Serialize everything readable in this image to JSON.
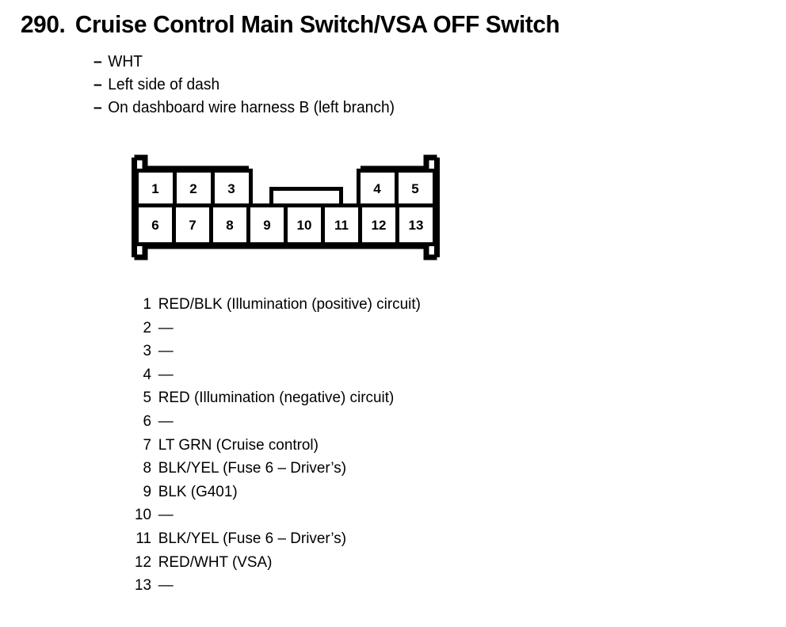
{
  "title": {
    "number": "290.",
    "name": "Cruise Control Main Switch/VSA OFF Switch"
  },
  "descriptors": [
    {
      "dash": "–",
      "text": "WHT"
    },
    {
      "dash": "–",
      "text": "Left side of dash"
    },
    {
      "dash": "–",
      "text": "On dashboard wire harness B (left branch)"
    }
  ],
  "connector": {
    "total_pins": 13,
    "top_row_left": [
      "1",
      "2",
      "3"
    ],
    "top_row_right": [
      "4",
      "5"
    ],
    "bottom_row": [
      "6",
      "7",
      "8",
      "9",
      "10",
      "11",
      "12",
      "13"
    ],
    "outline_color": "#000000",
    "fill_color": "#ffffff"
  },
  "pins": [
    {
      "no": "1",
      "desc": "RED/BLK (Illumination (positive) circuit)"
    },
    {
      "no": "2",
      "desc": "—"
    },
    {
      "no": "3",
      "desc": "—"
    },
    {
      "no": "4",
      "desc": "—"
    },
    {
      "no": "5",
      "desc": "RED (Illumination (negative) circuit)"
    },
    {
      "no": "6",
      "desc": "—"
    },
    {
      "no": "7",
      "desc": "LT GRN (Cruise control)"
    },
    {
      "no": "8",
      "desc": "BLK/YEL (Fuse 6 – Driver’s)"
    },
    {
      "no": "9",
      "desc": "BLK (G401)"
    },
    {
      "no": "10",
      "desc": "—"
    },
    {
      "no": "11",
      "desc": "BLK/YEL (Fuse 6 – Driver’s)"
    },
    {
      "no": "12",
      "desc": "RED/WHT (VSA)"
    },
    {
      "no": "13",
      "desc": "—"
    }
  ]
}
